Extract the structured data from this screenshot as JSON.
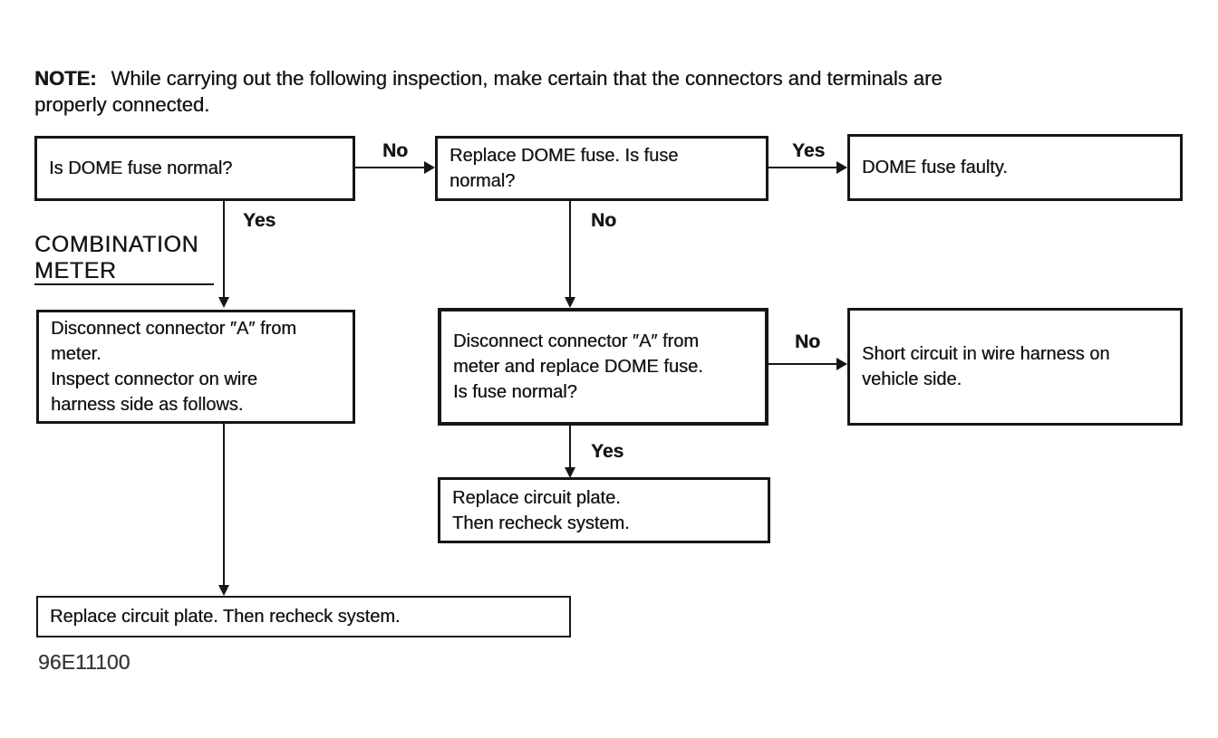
{
  "note": {
    "label": "NOTE:",
    "text": "While carrying out the following inspection, make certain that the connectors and terminals are\nproperly connected."
  },
  "section": {
    "title": "COMBINATION\nMETER"
  },
  "flowchart": {
    "boxes": {
      "is_dome_fuse_normal": "Is DOME fuse normal?",
      "replace_dome_fuse": "Replace DOME fuse. Is fuse\nnormal?",
      "dome_fuse_faulty": "DOME fuse faulty.",
      "disconnect_inspect": "Disconnect connector ″A″ from\nmeter.\nInspect connector on wire\nharness side as follows.",
      "disconnect_replace": "Disconnect connector ″A″ from\nmeter and replace DOME fuse.\nIs fuse normal?",
      "short_circuit": "Short circuit in wire harness on\nvehicle side.",
      "replace_circuit_plate": "Replace circuit plate.\nThen recheck system.",
      "replace_circuit_plate_bottom": "Replace circuit plate. Then recheck system."
    },
    "labels": {
      "no_top": "No",
      "yes_top": "Yes",
      "yes_down_left": "Yes",
      "no_down_mid": "No",
      "no_mid_right": "No",
      "yes_down_mid": "Yes"
    }
  },
  "figure_code": "96E11100",
  "colors": {
    "ink": "#161616",
    "background": "#ffffff"
  }
}
